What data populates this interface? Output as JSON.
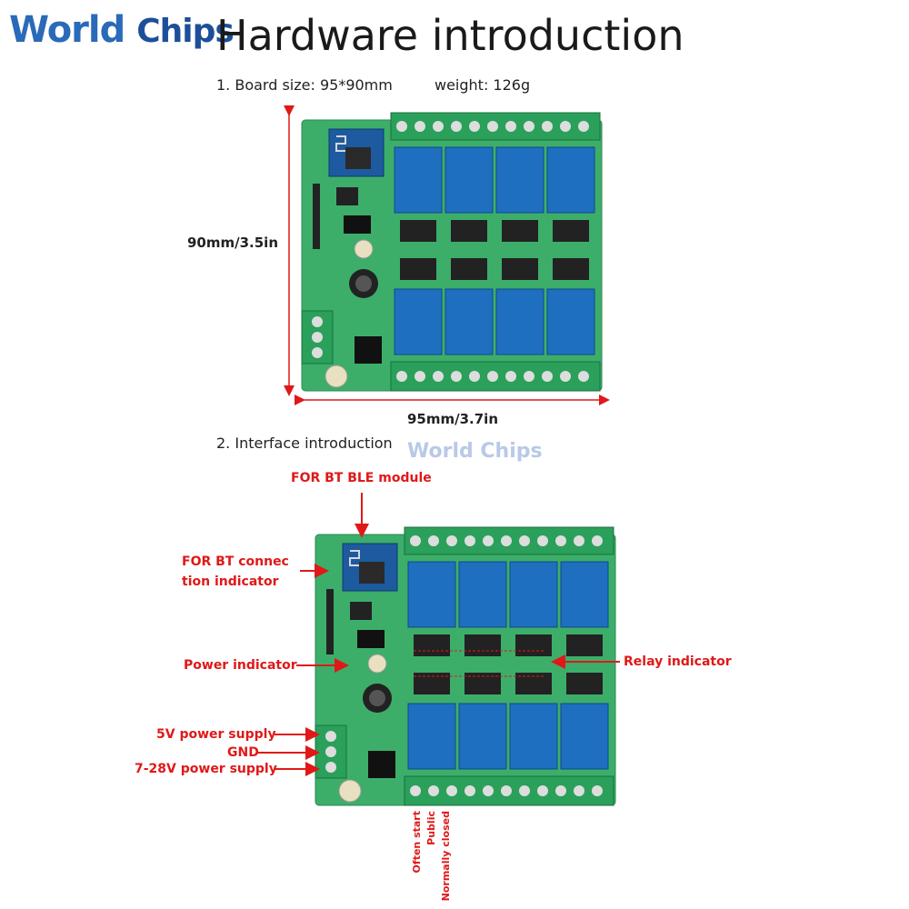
{
  "logo": {
    "part1": "World",
    "part2": "Chips"
  },
  "header": {
    "title": "Hardware introduction"
  },
  "section1": {
    "board_size": "1. Board size: 95*90mm",
    "weight": "weight: 126g"
  },
  "dimensions": {
    "height": "90mm/3.5in",
    "width": "95mm/3.7in"
  },
  "section2": {
    "title": "2. Interface introduction",
    "watermark": "World Chips"
  },
  "labels": {
    "bt_module": "FOR BT BLE module",
    "bt_indicator_1": "FOR BT connec",
    "bt_indicator_2": "tion indicator",
    "power_indicator": "Power indicator",
    "relay_indicator": "Relay indicator",
    "v5": "5V power supply",
    "gnd": "GND",
    "v728": "7-28V power supply",
    "often_start": "Often start",
    "public": "Public",
    "normally_closed": "Normally closed"
  },
  "colors": {
    "pcb": "#3cae6a",
    "relay": "#1f6fc0",
    "terminal": "#2aa05a",
    "annotation": "#e01818"
  }
}
